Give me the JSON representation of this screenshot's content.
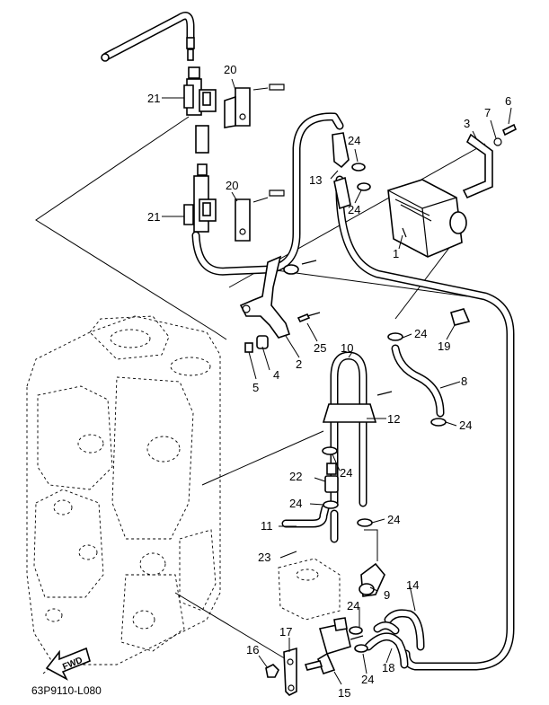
{
  "diagram": {
    "callouts": [
      "1",
      "2",
      "3",
      "4",
      "5",
      "6",
      "7",
      "8",
      "9",
      "10",
      "11",
      "12",
      "13",
      "14",
      "15",
      "16",
      "17",
      "18",
      "19",
      "20",
      "21",
      "22",
      "23",
      "24",
      "25"
    ],
    "figure_code": "63P9110-L080",
    "fwd_label": "FWD"
  }
}
